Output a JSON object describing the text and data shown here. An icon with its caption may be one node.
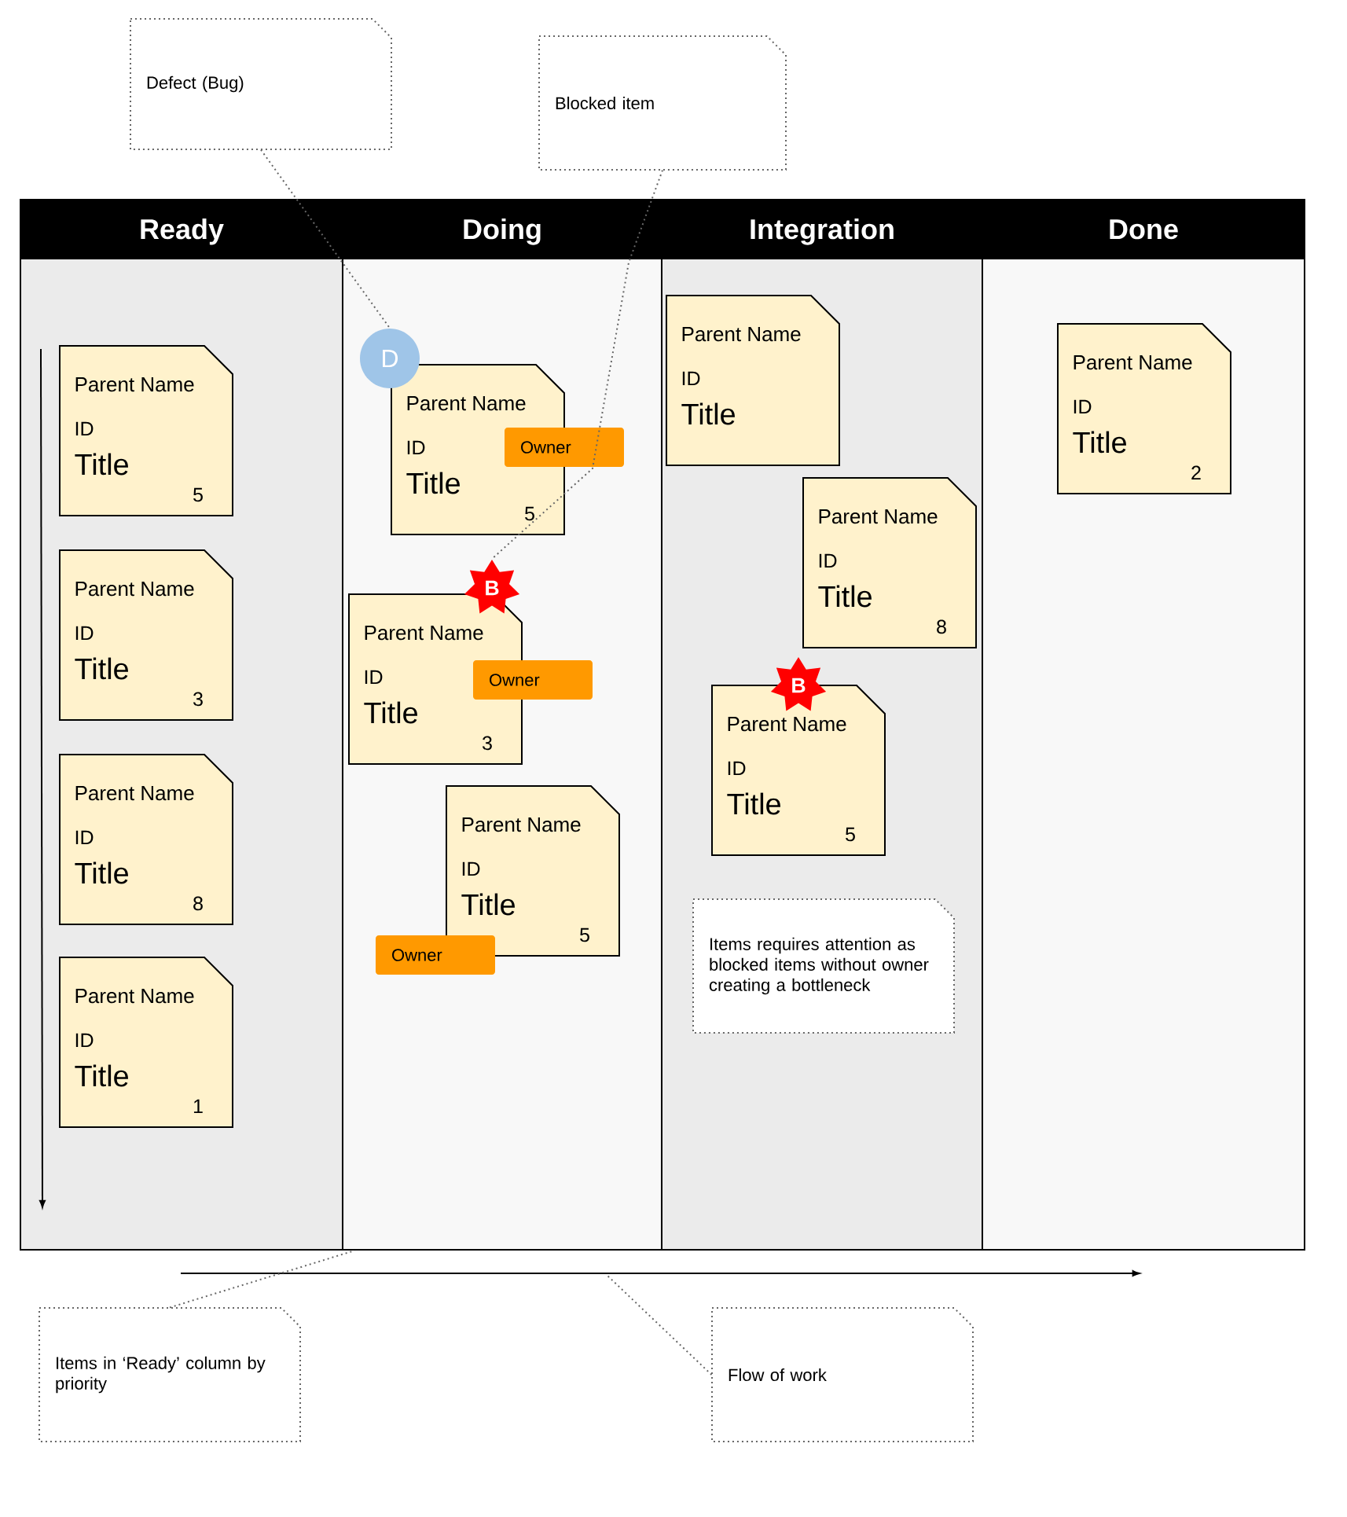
{
  "diagram": {
    "nodes": [
      {
        "text": [
          "Defect (Bug)"
        ]
      },
      {
        "text": [
          "Blocked item"
        ]
      },
      {
        "text": [
          "Ready"
        ]
      },
      {
        "text": [
          "Doing"
        ]
      },
      {
        "text": [
          "Integration"
        ]
      },
      {
        "text": [
          "Done"
        ]
      },
      {
        "text": [
          "Parent Name",
          "ID",
          "Title",
          "5"
        ],
        "in": 2
      },
      {
        "text": [
          "Parent Name",
          "ID",
          "Title",
          "3"
        ],
        "in": 2
      },
      {
        "text": [
          "Parent Name",
          "ID",
          "Title",
          "8"
        ],
        "in": 2
      },
      {
        "text": [
          "Parent Name",
          "ID",
          "Title",
          "1"
        ],
        "in": 2
      },
      {
        "text": [
          "D"
        ],
        "in": 3
      },
      {
        "text": [
          "Parent Name",
          "ID",
          "Title",
          "5"
        ],
        "in": 3
      },
      {
        "text": [
          "Owner"
        ],
        "in": 3
      },
      {
        "text": [
          "B"
        ],
        "in": 3
      },
      {
        "text": [
          "Parent Name",
          "ID",
          "Title",
          "3"
        ],
        "in": 3
      },
      {
        "text": [
          "Owner"
        ],
        "in": 3
      },
      {
        "text": [
          "Parent Name",
          "ID",
          "Title",
          "5"
        ],
        "in": 3
      },
      {
        "text": [
          "Owner"
        ],
        "in": 3
      },
      {
        "text": [
          "Parent Name",
          "ID",
          "Title"
        ],
        "in": 4
      },
      {
        "text": [
          "Parent Name",
          "ID",
          "Title",
          "8"
        ],
        "in": 4
      },
      {
        "text": [
          "B"
        ],
        "in": 4
      },
      {
        "text": [
          "Parent Name",
          "ID",
          "Title",
          "5"
        ],
        "in": 4
      },
      {
        "text": [
          "Items requires attention as blocked items without owner creating a bottleneck"
        ],
        "in": 4
      },
      {
        "text": [
          "Parent Name",
          "ID",
          "Title",
          "2"
        ],
        "in": 5
      },
      {
        "text": [
          "Items in ‘Ready’ column by priority"
        ]
      },
      {
        "text": [
          "Flow of work"
        ]
      }
    ],
    "edges": [
      {
        "from": 0,
        "to": 10,
        "arrow": "none"
      },
      {
        "from": 1,
        "to": 13,
        "arrow": "none"
      },
      {
        "from": 24,
        "to": 3,
        "arrow": "none"
      },
      {
        "from": 25,
        "to": null,
        "arrow": "none"
      }
    ]
  }
}
